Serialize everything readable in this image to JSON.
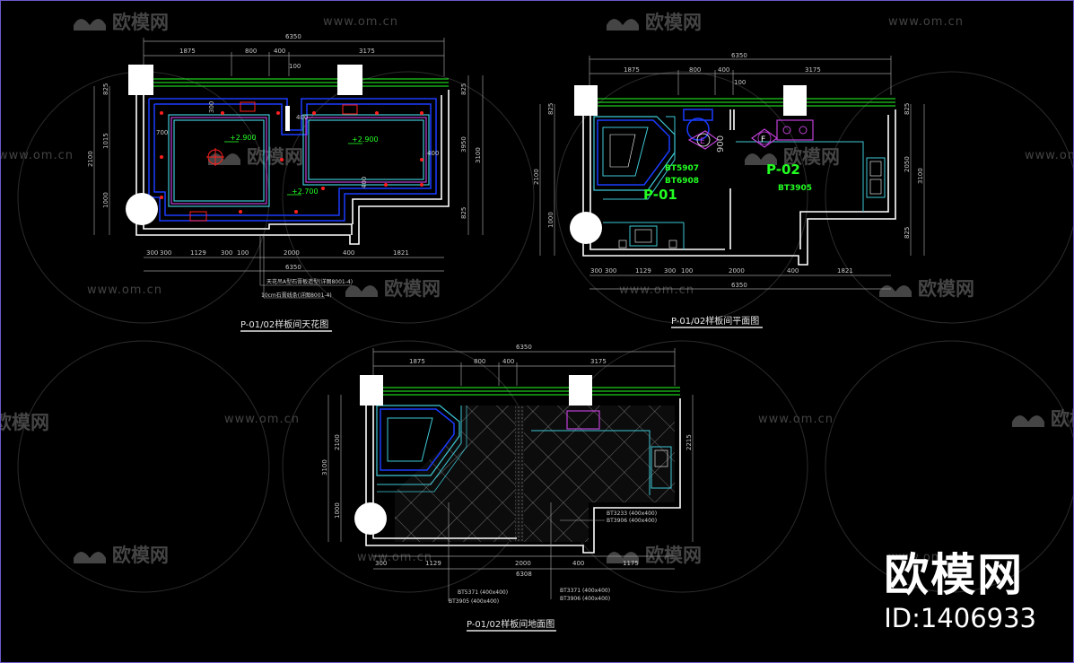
{
  "watermark": {
    "url": "www.om.cn",
    "cn": "欧模网"
  },
  "brand": {
    "name": "欧模网",
    "id": "ID:1406933"
  },
  "plans": {
    "ceiling": {
      "title": "P-01/02样板间天花图",
      "dims_top": [
        "6350",
        "1875",
        "800",
        "400",
        "3175",
        "100"
      ],
      "dims_bottom": [
        "300",
        "300",
        "1129",
        "300",
        "100",
        "2000",
        "400",
        "1821",
        "6350"
      ],
      "dims_left": [
        "825",
        "1015",
        "2100",
        "1000"
      ],
      "dims_right": [
        "825",
        "3950",
        "3100",
        "825"
      ],
      "levels": [
        "+2.900",
        "+2.900",
        "+2.700"
      ],
      "inner_dims": [
        "700",
        "300",
        "400",
        "400",
        "400"
      ],
      "notes": [
        "天花吊A型石膏板造型(详图8001-4)",
        "10cm石膏线条(详图8001-4)"
      ]
    },
    "floorplan": {
      "title": "P-01/02样板间平面图",
      "dims_top": [
        "6350",
        "1875",
        "800",
        "400",
        "3175",
        "100"
      ],
      "dims_bottom": [
        "300",
        "300",
        "1129",
        "300",
        "100",
        "2000",
        "400",
        "1821",
        "6350"
      ],
      "dims_left": [
        "825",
        "2100",
        "1000"
      ],
      "dims_right": [
        "825",
        "2050",
        "3100",
        "825"
      ],
      "rooms": [
        "P-01",
        "P-02"
      ],
      "codes": [
        "BT5907",
        "BT6908",
        "BT3905"
      ],
      "symbols": [
        "E",
        "F"
      ],
      "inner_dims": [
        "900"
      ]
    },
    "floor": {
      "title": "P-01/02样板间地面图",
      "dims_top": [
        "6350",
        "1875",
        "800",
        "400",
        "3175"
      ],
      "dims_bottom": [
        "300",
        "1129",
        "2000",
        "400",
        "1175",
        "6308"
      ],
      "dims_left": [
        "2100",
        "1000",
        "3100"
      ],
      "dims_right": [
        "2215"
      ],
      "notes": [
        "BT3233 (400x400)",
        "BT3906 (400x400)",
        "BT5371 (400x400)",
        "BT3905 (400x400)",
        "BT3371 (400x400)",
        "BT3906 (400x400)"
      ]
    }
  },
  "colors": {
    "wall": "#ffffff",
    "dim": "#c8c8c8",
    "cyan": "#3ec8d6",
    "blue": "#1a3cff",
    "magenta": "#c040d8",
    "green": "#22ff22",
    "red": "#ff2020",
    "watermark": "#4a4a4a"
  }
}
